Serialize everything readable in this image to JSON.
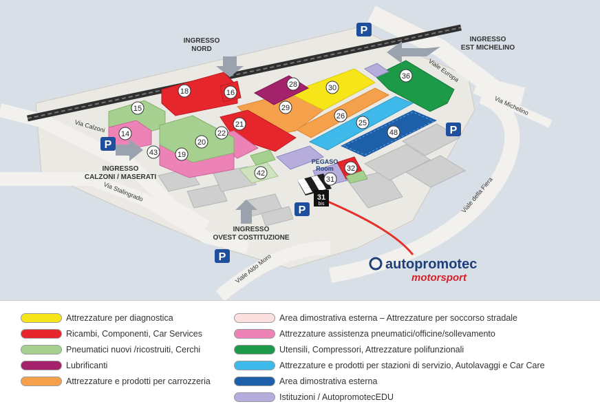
{
  "colors": {
    "background": "#d9dfe6",
    "ground": "#ebe9e4",
    "road": "#f3f1ee",
    "railway": "#2f2f2f",
    "parking": "#1f4e9c",
    "arrow": "#9aa3ad",
    "pin": "#e5302b",
    "logo_blue": "#1f3f7a",
    "logo_red": "#d4202b"
  },
  "entrances": {
    "nord": [
      "INGRESSO",
      "NORD"
    ],
    "est": [
      "INGRESSO",
      "EST MICHELINO"
    ],
    "calzoni": [
      "INGRESSO",
      "CALZONI / MASERATI"
    ],
    "ovest": [
      "INGRESSO",
      "OVEST COSTITUZIONE"
    ]
  },
  "streets": {
    "calzoni": "Via Calzoni",
    "stalingrado": "Via Stalingrado",
    "aldo_moro": "Viale Aldo Moro",
    "europa": "Viale Europa",
    "michelino": "Via Michelino",
    "fiera": "Viale della Fiera"
  },
  "parking_label": "P",
  "halls": {
    "h14": "14",
    "h15": "15",
    "h16": "16",
    "h18": "18",
    "h19": "19",
    "h20": "20",
    "h21": "21",
    "h22": "22",
    "h25": "25",
    "h26": "26",
    "h28": "28",
    "h29": "29",
    "h30": "30",
    "h31": "31",
    "h32": "32",
    "h36": "36",
    "h42": "42",
    "h43": "43",
    "h48": "48"
  },
  "pegaso": [
    "PEGASO",
    "Room"
  ],
  "pin": {
    "number": "31",
    "suffix": "bis"
  },
  "logo": {
    "brand": "autopromotec",
    "event": "motorsport"
  },
  "legend": [
    {
      "color": "#f6e619",
      "label": "Attrezzature per diagnostica"
    },
    {
      "color": "#e5262d",
      "label": "Ricambi, Componenti, Car Services"
    },
    {
      "color": "#a6d08f",
      "label": "Pneumatici nuovi /ricostruiti, Cerchi"
    },
    {
      "color": "#a3226b",
      "label": "Lubrificanti"
    },
    {
      "color": "#f5a04a",
      "label": "Attrezzature e prodotti per carrozzeria"
    },
    {
      "color": "#fbe0df",
      "label": "Area dimostrativa esterna – Attrezzature per soccorso stradale"
    },
    {
      "color": "#ec82b6",
      "label": "Attrezzature assistenza pneumatici/officine/sollevamento"
    },
    {
      "color": "#1c9a47",
      "label": "Utensili, Compressori, Attrezzature polifunzionali"
    },
    {
      "color": "#3fb8ea",
      "label": "Attrezzature e prodotti per stazioni di servizio, Autolavaggi e Car Care"
    },
    {
      "color": "#1d5fa8",
      "label": "Area dimostrativa esterna"
    },
    {
      "color": "#b6addd",
      "label": "Istituzioni / AutopromotecEDU"
    }
  ]
}
